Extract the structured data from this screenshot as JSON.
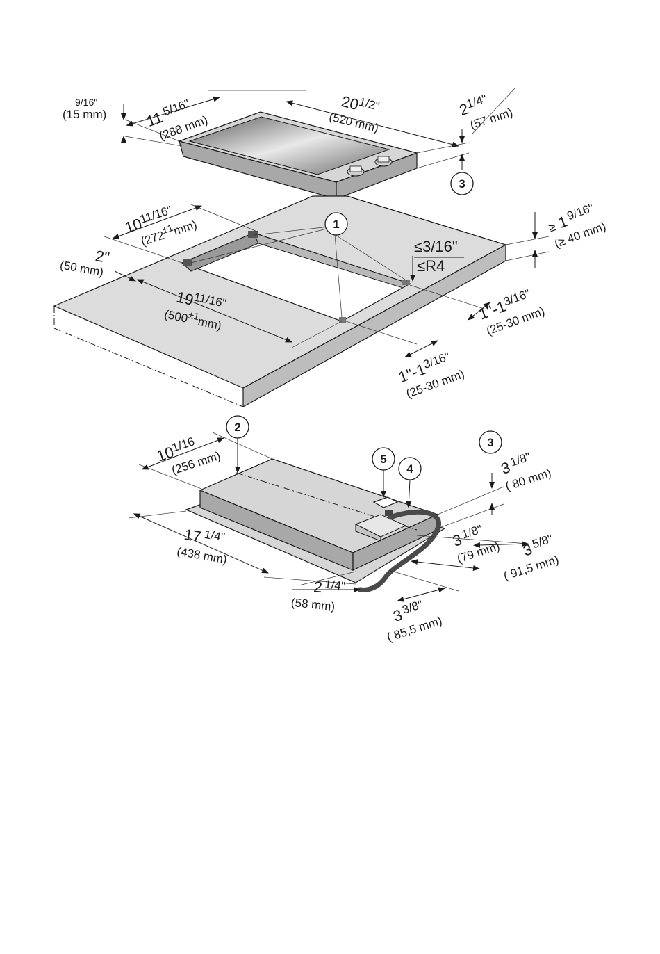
{
  "diagram": {
    "top_unit": {
      "dims": {
        "edge_height": {
          "frac": "9/16\"",
          "mm": "(15 mm)"
        },
        "depth": {
          "whole": "11",
          "frac": "5/16\"",
          "mm": "(288 mm)"
        },
        "width": {
          "whole": "20",
          "frac": "1/2\"",
          "mm": "(520 mm)"
        },
        "overall_height": {
          "whole": "2",
          "frac": "1/4\"",
          "mm": "(57 mm)"
        }
      },
      "callout": "3"
    },
    "countertop": {
      "dims": {
        "cutout_depth": {
          "whole": "10",
          "frac": "11/16\"",
          "mm": "(272",
          "tol": "±1",
          "unit": "mm)"
        },
        "back_offset": {
          "whole": "2\"",
          "mm": "(50 mm)"
        },
        "cutout_width": {
          "whole": "19",
          "frac": "11/16\"",
          "mm": "(500",
          "tol": "±1",
          "unit": "mm)"
        },
        "corner_radius_in": "≤3/16\"",
        "corner_radius_mm": "≤R4",
        "thickness": {
          "sym": "≥",
          "whole": "1",
          "frac": "9/16\"",
          "mm": "(≥ 40 mm)"
        },
        "side_offset_right": {
          "text": "1\"-1",
          "frac": "3/16\"",
          "mm": "(25-30 mm)"
        },
        "side_offset_front": {
          "text": "1\"-1",
          "frac": "3/16\"",
          "mm": "(25-30 mm)"
        }
      },
      "callout": "1"
    },
    "bottom_unit": {
      "callouts": [
        "2",
        "3",
        "5",
        "4"
      ],
      "dims": {
        "depth": {
          "whole": "10",
          "frac": "1/16",
          "mm": "(256 mm)"
        },
        "width": {
          "whole": "17",
          "frac": "1/4\"",
          "mm": "(438 mm)"
        },
        "front_offset": {
          "whole": "2",
          "frac": "1/4\"",
          "mm": "(58 mm)"
        },
        "housing_height": {
          "whole": "3",
          "frac": "1/8\"",
          "mm": "( 80 mm)"
        },
        "box_height": {
          "whole": "3",
          "frac": "1/8\"",
          "mm": "(79 mm)"
        },
        "cable_side": {
          "whole": "3",
          "frac": "5/8\"",
          "mm": "( 91,5 mm)"
        },
        "cable_front": {
          "whole": "3",
          "frac": "3/8\"",
          "mm": "( 85,5 mm)"
        }
      }
    }
  }
}
